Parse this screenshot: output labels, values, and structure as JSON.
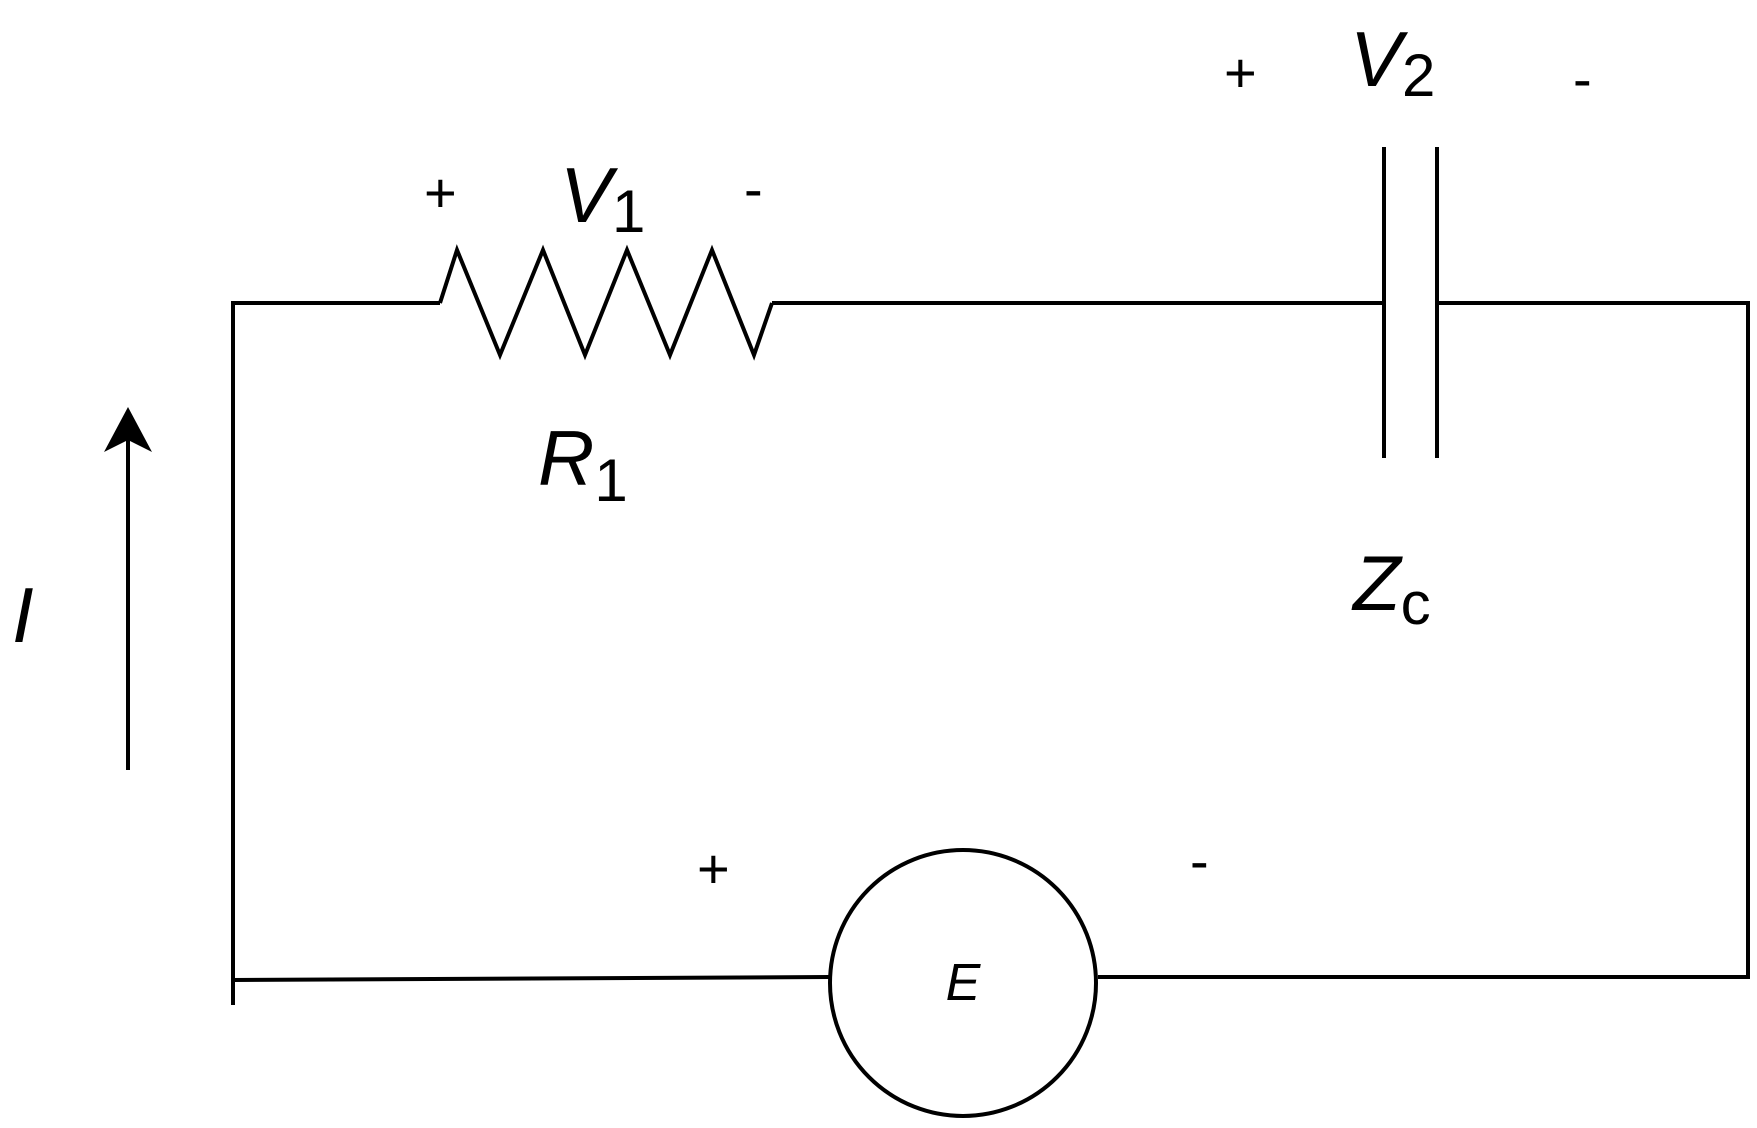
{
  "colors": {
    "line": "#000000",
    "background": "#ffffff"
  },
  "current": {
    "label": "I"
  },
  "resistor": {
    "name_main": "R",
    "name_sub": "1",
    "voltage_main": "V",
    "voltage_sub": "1",
    "plus": "+",
    "minus": "-"
  },
  "capacitor": {
    "name_main": "Z",
    "name_sub": "c",
    "voltage_main": "V",
    "voltage_sub": "2",
    "plus": "+",
    "minus": "-"
  },
  "source": {
    "label": "E",
    "plus": "+",
    "minus": "-"
  }
}
